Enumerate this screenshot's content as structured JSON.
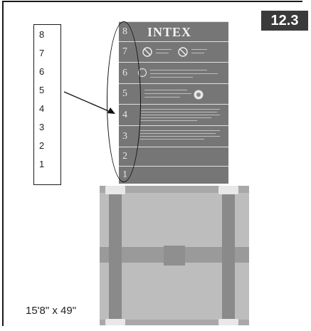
{
  "section_number": "12.3",
  "panel_brand": "INTEX",
  "row_numbers": [
    "8",
    "7",
    "6",
    "5",
    "4",
    "3",
    "2",
    "1"
  ],
  "pool_size": "15'8\" x 49\""
}
